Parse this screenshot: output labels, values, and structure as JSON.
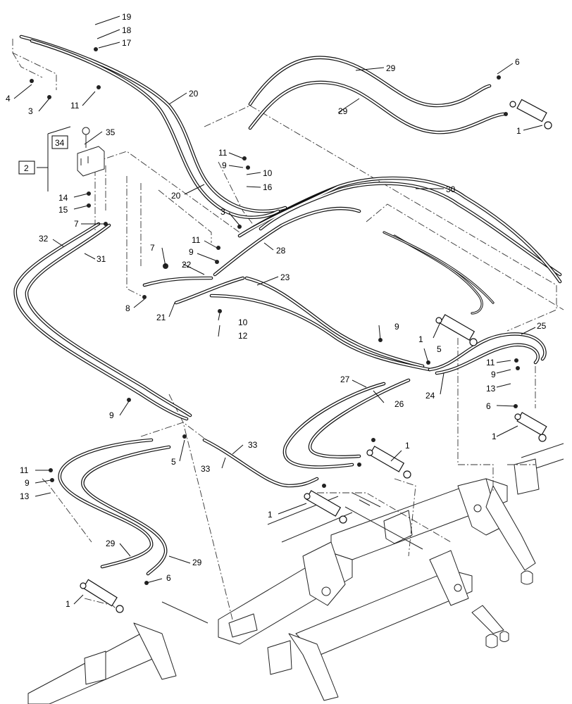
{
  "callouts": [
    {
      "text": "19"
    },
    {
      "text": "18"
    },
    {
      "text": "17"
    },
    {
      "text": "4"
    },
    {
      "text": "3"
    },
    {
      "text": "11"
    },
    {
      "text": "20"
    },
    {
      "text": "29"
    },
    {
      "text": "6"
    },
    {
      "text": "29"
    },
    {
      "text": "1"
    },
    {
      "text": "34"
    },
    {
      "text": "35"
    },
    {
      "text": "2"
    },
    {
      "text": "11"
    },
    {
      "text": "9"
    },
    {
      "text": "10"
    },
    {
      "text": "16"
    },
    {
      "text": "20"
    },
    {
      "text": "14"
    },
    {
      "text": "15"
    },
    {
      "text": "30"
    },
    {
      "text": "7"
    },
    {
      "text": "3"
    },
    {
      "text": "32"
    },
    {
      "text": "31"
    },
    {
      "text": "11"
    },
    {
      "text": "7"
    },
    {
      "text": "9"
    },
    {
      "text": "28"
    },
    {
      "text": "22"
    },
    {
      "text": "23"
    },
    {
      "text": "8"
    },
    {
      "text": "21"
    },
    {
      "text": "10"
    },
    {
      "text": "12"
    },
    {
      "text": "9"
    },
    {
      "text": "1"
    },
    {
      "text": "25"
    },
    {
      "text": "5"
    },
    {
      "text": "11"
    },
    {
      "text": "9"
    },
    {
      "text": "13"
    },
    {
      "text": "27"
    },
    {
      "text": "26"
    },
    {
      "text": "24"
    },
    {
      "text": "6"
    },
    {
      "text": "1"
    },
    {
      "text": "9"
    },
    {
      "text": "5"
    },
    {
      "text": "33"
    },
    {
      "text": "33"
    },
    {
      "text": "1"
    },
    {
      "text": "11"
    },
    {
      "text": "9"
    },
    {
      "text": "13"
    },
    {
      "text": "1"
    },
    {
      "text": "29"
    },
    {
      "text": "29"
    },
    {
      "text": "6"
    },
    {
      "text": "1"
    }
  ]
}
